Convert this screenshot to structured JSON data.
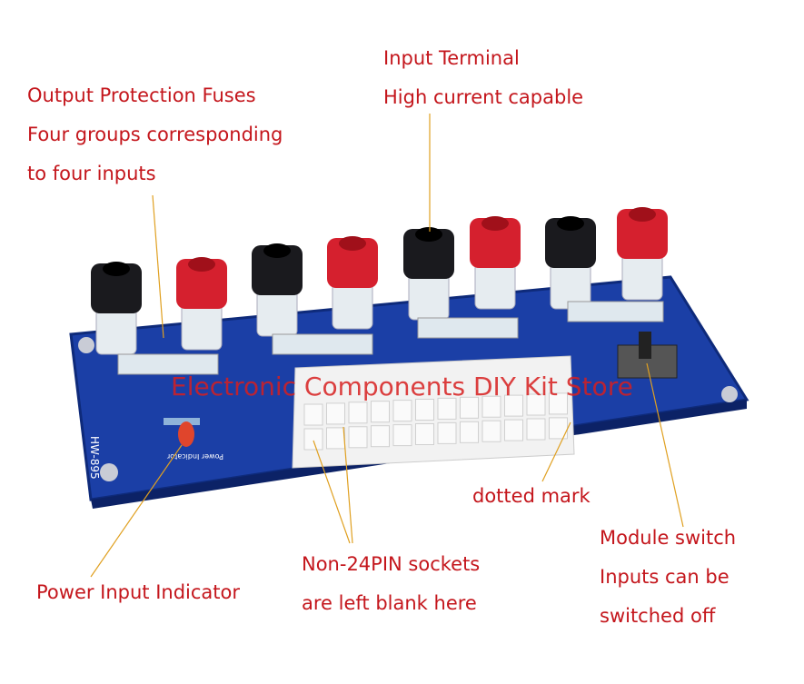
{
  "annotations": {
    "fuses": [
      "Output Protection Fuses",
      "Four groups corresponding",
      "to four inputs"
    ],
    "input_terminal": [
      "Input Terminal",
      "High current capable"
    ],
    "power_indicator": "Power Input Indicator",
    "sockets": [
      "Non-24PIN sockets",
      "are left blank here"
    ],
    "dotted_mark": "dotted mark",
    "module_switch": [
      "Module switch",
      "Inputs can be",
      "switched off"
    ]
  },
  "watermark": "Electronic Components DIY Kit Store",
  "board": {
    "model": "HW-895",
    "led_label": "Power Indicator"
  },
  "colors": {
    "label": "#c4161c",
    "pcb": "#1b3fa6",
    "line": "#e0a020"
  }
}
